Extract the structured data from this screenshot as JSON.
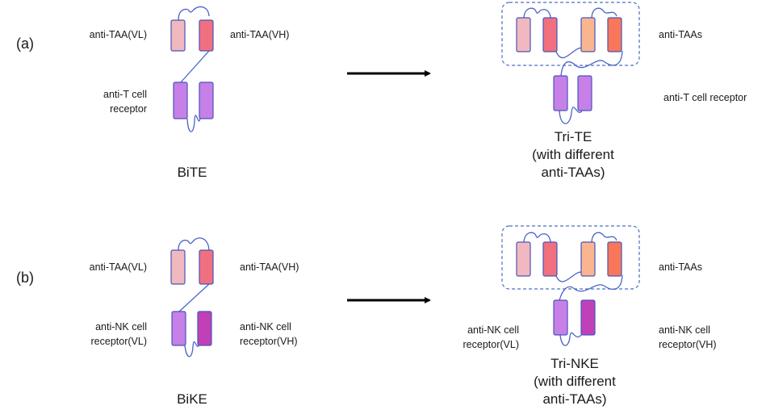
{
  "panels": {
    "a": {
      "letter": "(a)"
    },
    "b": {
      "letter": "(b)"
    }
  },
  "labels": {
    "a_vl": "anti-TAA(VL)",
    "a_vh": "anti-TAA(VH)",
    "a_tcr_1": "anti-T cell",
    "a_tcr_2": "receptor",
    "bite": "BiTE",
    "a_taas": "anti-TAAs",
    "a_tcr_right": "anti-T cell receptor",
    "trite_1": "Tri-TE",
    "trite_2": "(with different",
    "trite_3": "anti-TAAs)",
    "b_vl": "anti-TAA(VL)",
    "b_vh": "anti-TAA(VH)",
    "b_nk_vl_1": "anti-NK  cell",
    "b_nk_vl_2": "receptor(VL)",
    "b_nk_vh_1": "anti-NK cell",
    "b_nk_vh_2": "receptor(VH)",
    "bike": "BiKE",
    "b_taas": "anti-TAAs",
    "b_nk_left_1": "anti-NK  cell",
    "b_nk_left_2": "receptor(VL)",
    "b_nk_right_1": "anti-NK  cell",
    "b_nk_right_2": "receptor(VH)",
    "trinke_1": "Tri-NKE",
    "trinke_2": "(with different",
    "trinke_3": "anti-TAAs)"
  },
  "colors": {
    "light_pink": "#f2b8c0",
    "rose": "#f07080",
    "peach": "#f9b58f",
    "coral": "#f8775a",
    "violet": "#c680e8",
    "magenta": "#c040b8",
    "link": "#4a64c8",
    "arrow": "#000000",
    "group_box": "#4a6fc0"
  }
}
